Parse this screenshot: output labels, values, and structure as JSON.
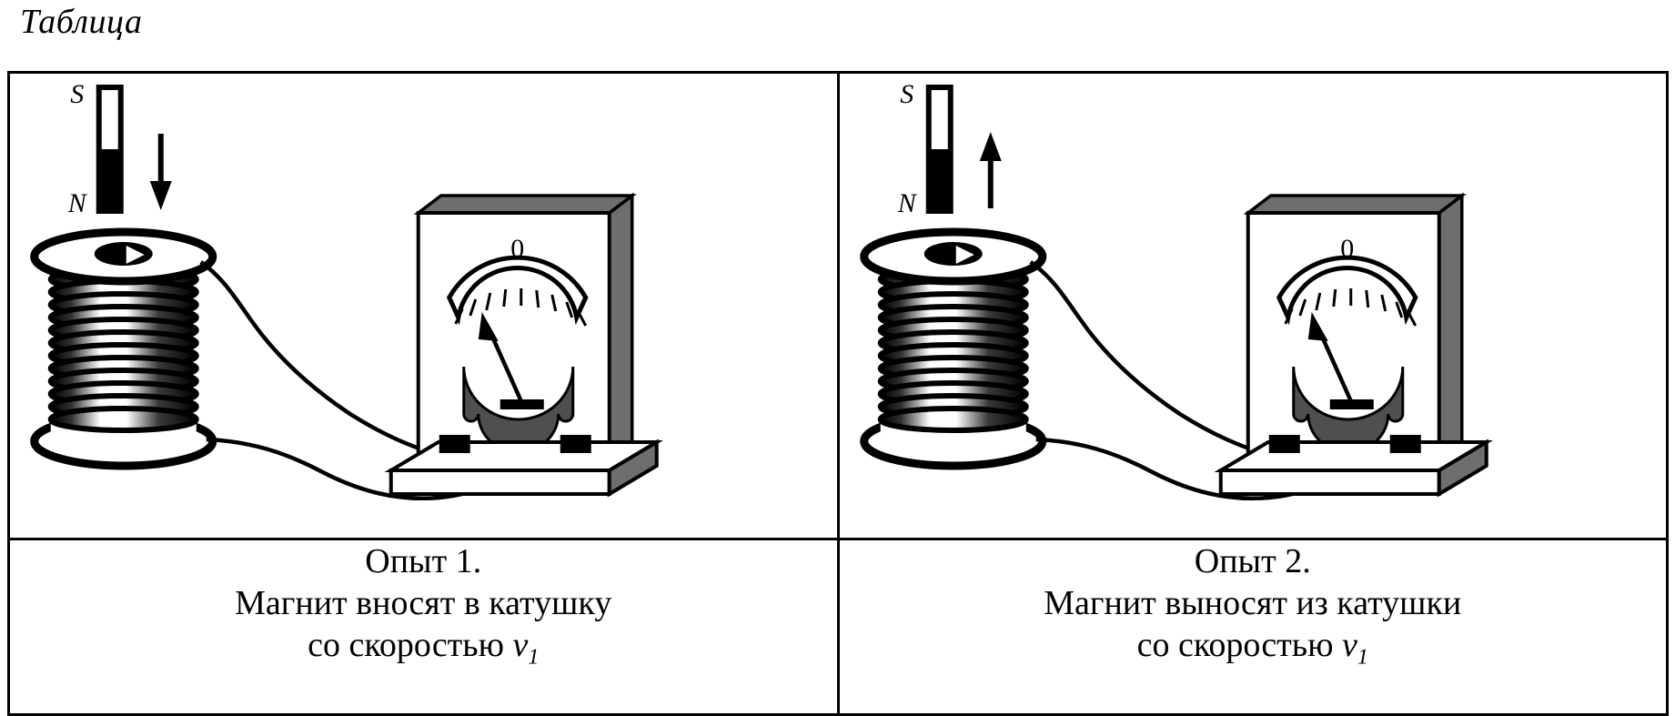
{
  "document": {
    "title": "Таблица"
  },
  "table": {
    "columns": [
      {
        "id": "experiment-1",
        "figure": {
          "magnet": {
            "top_pole_label": "S",
            "bottom_pole_label": "N",
            "top_pole_color": "#ffffff",
            "bottom_pole_color": "#000000",
            "motion_arrow": "arrow-down-icon",
            "motion_direction": "down"
          },
          "coil": {
            "name": "induction-coil",
            "turns": 13
          },
          "meter": {
            "scale_label": "0",
            "needle_direction": "up-left",
            "body_color": "#ffffff",
            "shadow_color": "#6e6e6e",
            "magnet_color": "#4f4f4f",
            "terminal_color": "#000000",
            "terminals": 2
          },
          "wires": 2
        },
        "caption": {
          "line1": "Опыт 1.",
          "line2": "Магнит вносят в катушку",
          "line3_prefix": "со скоростью ",
          "line3_symbol": "v",
          "line3_sub": "1"
        }
      },
      {
        "id": "experiment-2",
        "figure": {
          "magnet": {
            "top_pole_label": "S",
            "bottom_pole_label": "N",
            "top_pole_color": "#ffffff",
            "bottom_pole_color": "#000000",
            "motion_arrow": "arrow-up-icon",
            "motion_direction": "up"
          },
          "coil": {
            "name": "induction-coil",
            "turns": 13
          },
          "meter": {
            "scale_label": "0",
            "needle_direction": "up-left",
            "body_color": "#ffffff",
            "shadow_color": "#6e6e6e",
            "magnet_color": "#4f4f4f",
            "terminal_color": "#000000",
            "terminals": 2
          },
          "wires": 2
        },
        "caption": {
          "line1": "Опыт 2.",
          "line2": "Магнит выносят из катушки",
          "line3_prefix": "со скоростью ",
          "line3_symbol": "v",
          "line3_sub": "1"
        }
      }
    ]
  },
  "colors": {
    "ink": "#000000",
    "paper": "#ffffff",
    "meter_shadow": "#6e6e6e",
    "meter_magnet": "#4f4f4f"
  }
}
